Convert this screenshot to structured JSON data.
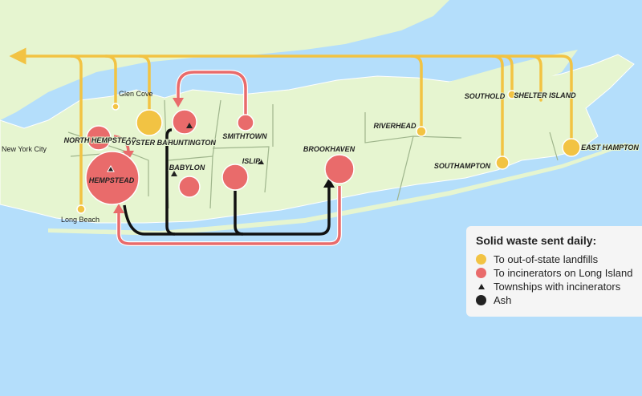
{
  "colors": {
    "water": "#b4defb",
    "land": "#e6f5d0",
    "landfill": "#f2c343",
    "incinerator": "#e96b6b",
    "ash": "#111111"
  },
  "places": {
    "new_york_city": "New York City",
    "glen_cove": "Glen Cove",
    "long_beach": "Long Beach",
    "north_hempstead": "NORTH HEMPSTEAD",
    "hempstead": "HEMPSTEAD",
    "oyster_bay": "OYSTER BAY",
    "huntington": "HUNTINGTON",
    "smithtown": "SMITHTOWN",
    "babylon": "BABYLON",
    "islip": "ISLIP",
    "brookhaven": "BROOKHAVEN",
    "riverhead": "RIVERHEAD",
    "southold": "SOUTHOLD",
    "shelter_island": "SHELTER ISLAND",
    "southampton": "SOUTHAMPTON",
    "east_hampton": "EAST HAMPTON"
  },
  "legend": {
    "title": "Solid waste sent daily:",
    "items": [
      {
        "label": "To out-of-state landfills",
        "symbol": "yellow-circle"
      },
      {
        "label": "To incinerators on Long Island",
        "symbol": "red-circle"
      },
      {
        "label": "Townships with incinerators",
        "symbol": "triangle"
      },
      {
        "label": "Ash",
        "symbol": "black-circle"
      }
    ]
  }
}
